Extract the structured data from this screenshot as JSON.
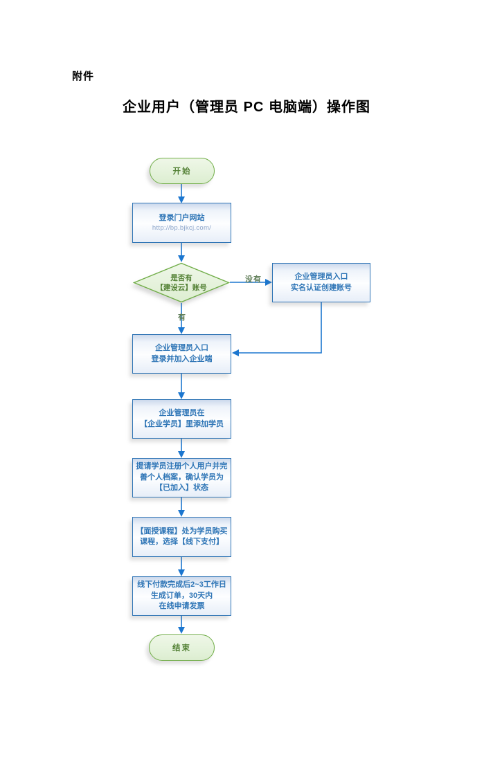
{
  "page": {
    "attachment_label": "附件",
    "title": "企业用户（管理员 PC 电脑端）操作图"
  },
  "flowchart": {
    "nodes": {
      "start": {
        "label": "开始"
      },
      "portal": {
        "line1": "登录门户网站",
        "line2": "http://bp.bjkcj.com/"
      },
      "decision": {
        "line1": "是否有",
        "line2": "【建设云】账号"
      },
      "create_account": {
        "line1": "企业管理员入口",
        "line2": "实名认证创建账号"
      },
      "login": {
        "line1": "企业管理员入口",
        "line2": "登录并加入企业端"
      },
      "add_students": {
        "line1": "企业管理员在",
        "line2": "【企业学员】里添加学员"
      },
      "register": {
        "line1": "提请学员注册个人用户并完",
        "line2": "善个人档案，确认学员为",
        "line3": "【已加入】状态"
      },
      "purchase": {
        "line1": "【面授课程】处为学员购买",
        "line2": "课程，选择【线下支付】"
      },
      "invoice": {
        "line1": "线下付款完成后2~3工作日",
        "line2": "生成订单，30天内",
        "line3": "在线申请发票"
      },
      "end": {
        "label": "结束"
      }
    },
    "edge_labels": {
      "yes": "有",
      "no": "没有"
    },
    "colors": {
      "connector_blue": "#1b76cf",
      "box_border_blue": "#2e74b5",
      "box_text_blue": "#2e75b6",
      "green_border": "#70ad47",
      "green_text": "#538135",
      "edge_label_green": "#5f7d57"
    }
  }
}
